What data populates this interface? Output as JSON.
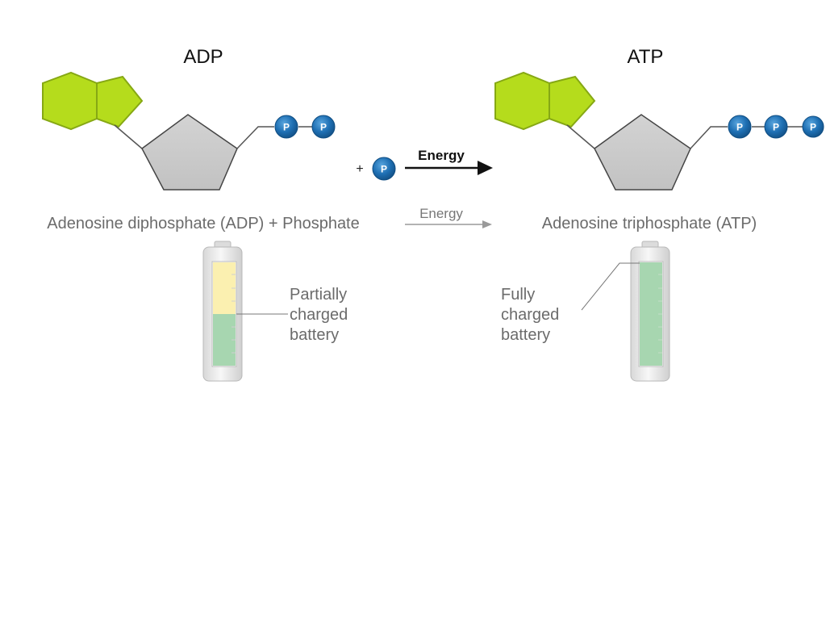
{
  "adp": {
    "title": "ADP",
    "phosphate_symbol": "P",
    "phosphate_count": 2
  },
  "atp": {
    "title": "ATP",
    "phosphate_symbol": "P",
    "phosphate_count": 3
  },
  "reaction": {
    "plus_sign": "+",
    "free_phosphate_symbol": "P",
    "arrow_label": "Energy"
  },
  "equation": {
    "left": "Adenosine diphosphate (ADP) + Phosphate",
    "arrow_label": "Energy",
    "right": "Adenosine triphosphate (ATP)"
  },
  "batteries": {
    "partial": {
      "label_line1": "Partially",
      "label_line2": "charged",
      "label_line3": "battery",
      "charge_fraction": 0.5
    },
    "full": {
      "label_line1": "Fully",
      "label_line2": "charged",
      "label_line3": "battery",
      "charge_fraction": 1.0
    }
  },
  "colors": {
    "base_green": "#b5dc1c",
    "sugar_grey": "#cbcbcb",
    "phosphate_blue": "#1e6fb3",
    "battery_green": "#a7d6b0",
    "battery_yellow": "#fbf0b0"
  }
}
